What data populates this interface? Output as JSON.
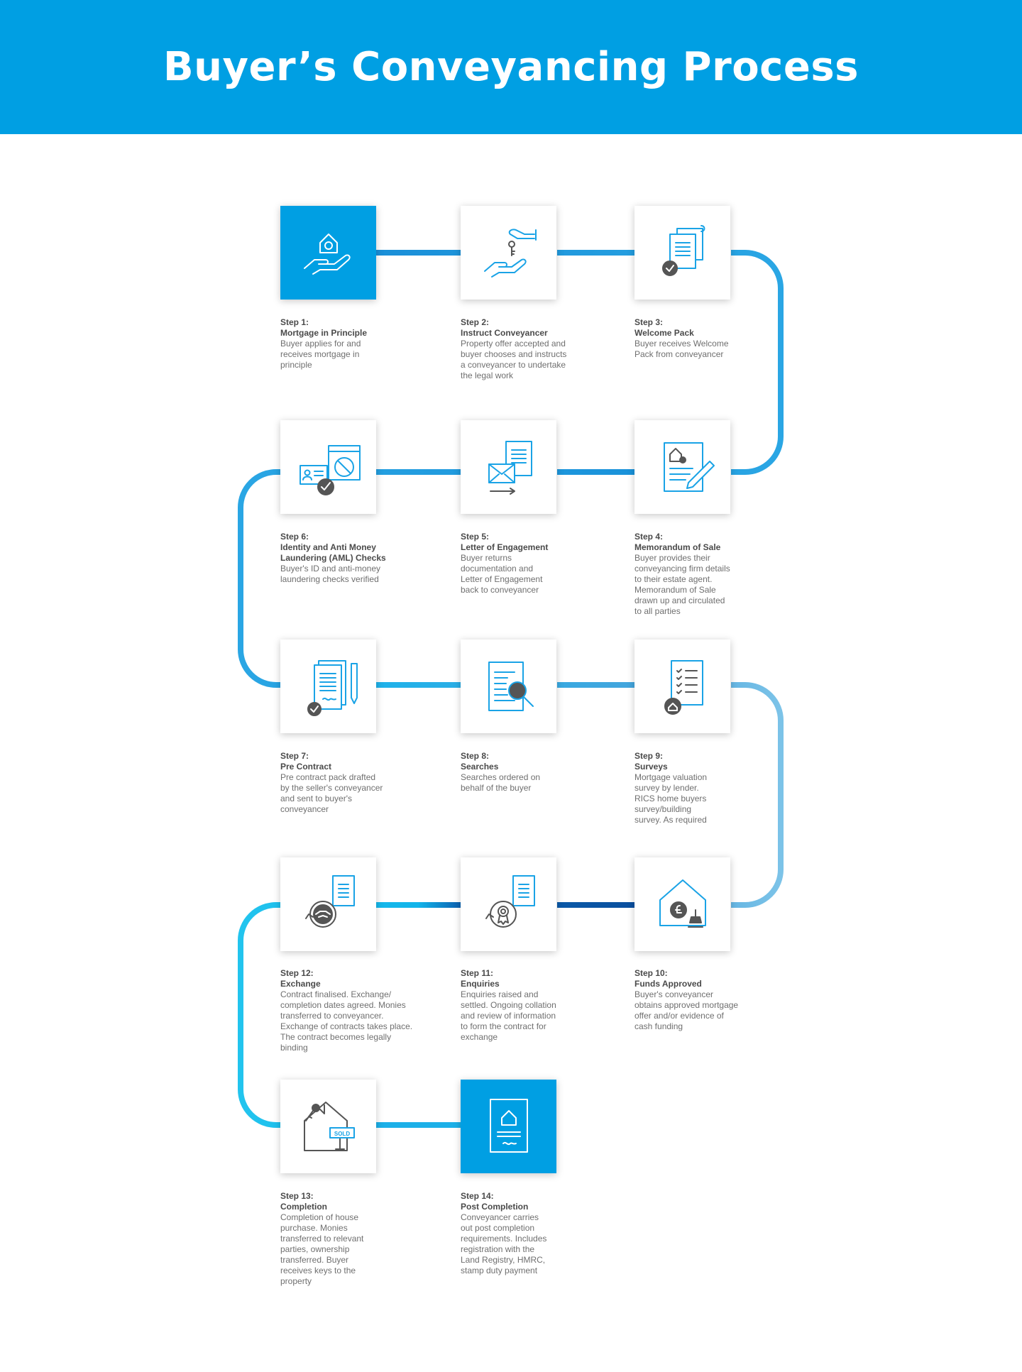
{
  "title": "Buyer’s Conveyancing Process",
  "colors": {
    "header": "#009fe3",
    "accent": "#009fe3",
    "icon_grey": "#555555",
    "connector_dark": "#0a5aa8",
    "connector_light": "#8ccbe8"
  },
  "steps": [
    {
      "num": "Step 1:",
      "title": "Mortgage in Principle",
      "desc": "Buyer applies for and receives mortgage in principle",
      "icon": "hand-house-icon"
    },
    {
      "num": "Step 2:",
      "title": "Instruct Conveyancer",
      "desc": "Property offer accepted and buyer chooses and instructs a conveyancer to undertake the legal work",
      "icon": "key-handover-icon"
    },
    {
      "num": "Step 3:",
      "title": "Welcome Pack",
      "desc": "Buyer receives Welcome Pack from conveyancer",
      "icon": "documents-check-icon"
    },
    {
      "num": "Step 4:",
      "title": "Memorandum of Sale",
      "desc": "Buyer provides their conveyancing firm details to their estate agent. Memorandum of Sale drawn up and circulated to all parties",
      "icon": "memo-pen-icon"
    },
    {
      "num": "Step 5:",
      "title": "Letter of Engagement",
      "desc": "Buyer returns documentation and Letter of Engagement back to conveyancer",
      "icon": "envelope-document-icon"
    },
    {
      "num": "Step 6:",
      "title": "Identity and Anti Money Laundering (AML) Checks",
      "desc": "Buyer's ID and anti-money laundering checks verified",
      "icon": "id-check-icon"
    },
    {
      "num": "Step 7:",
      "title": "Pre Contract",
      "desc": "Pre contract pack drafted by the seller's conveyancer and sent to buyer's conveyancer",
      "icon": "contract-pen-icon"
    },
    {
      "num": "Step 8:",
      "title": "Searches",
      "desc": "Searches ordered on behalf of the buyer",
      "icon": "document-search-icon"
    },
    {
      "num": "Step 9:",
      "title": "Surveys",
      "desc": "Mortgage valuation survey by lender. RICS home buyers survey/building survey. As required",
      "icon": "checklist-house-icon"
    },
    {
      "num": "Step 10:",
      "title": "Funds Approved",
      "desc": "Buyer's conveyancer obtains approved mortgage offer and/or evidence of cash funding",
      "icon": "house-stamp-icon"
    },
    {
      "num": "Step 11:",
      "title": "Enquiries",
      "desc": "Enquiries raised and settled. Ongoing collation and review of information to form the contract for exchange",
      "icon": "award-document-icon"
    },
    {
      "num": "Step 12:",
      "title": "Exchange",
      "desc": "Contract finalised. Exchange/ completion dates agreed. Monies transferred to conveyancer. Exchange of contracts takes place. The contract becomes legally binding",
      "icon": "handshake-exchange-icon"
    },
    {
      "num": "Step 13:",
      "title": "Completion",
      "desc": "Completion of house purchase. Monies transferred to relevant parties, ownership transferred. Buyer receives keys to the property",
      "icon": "sold-house-icon",
      "sign_label": "SOLD"
    },
    {
      "num": "Step 14:",
      "title": "Post Completion",
      "desc": "Conveyancer carries out post completion requirements. Includes registration with the Land Registry, HMRC, stamp duty payment",
      "icon": "registration-document-icon"
    }
  ]
}
